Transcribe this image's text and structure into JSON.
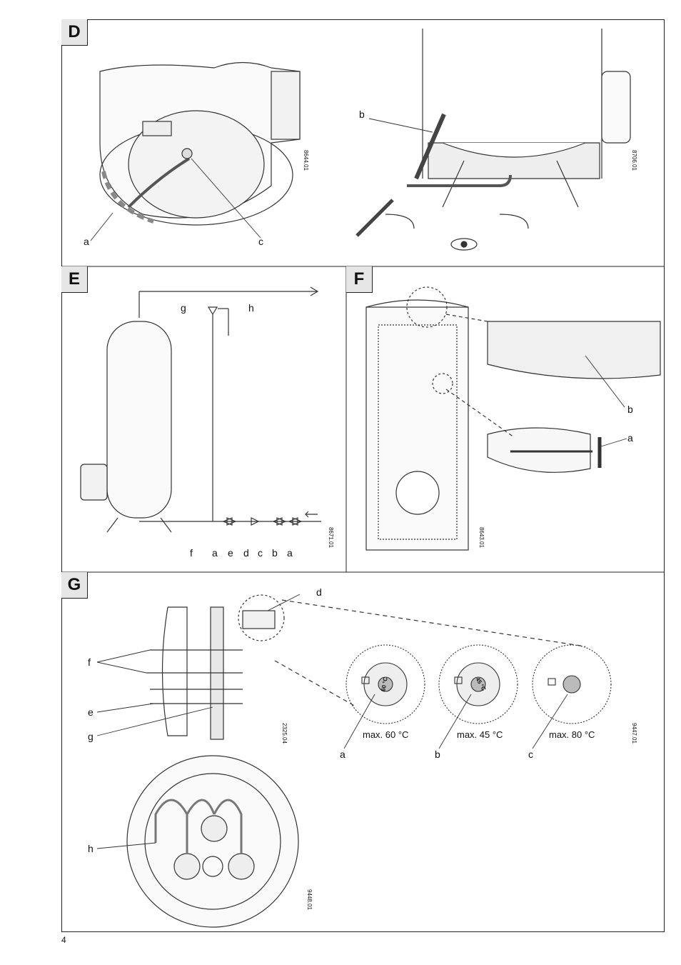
{
  "page_number": "4",
  "panels": {
    "D": {
      "label": "D",
      "left": {
        "labels": [
          "a",
          "c"
        ],
        "code": "8644.01"
      },
      "right": {
        "labels": [
          "b"
        ],
        "code": "8706.01"
      }
    },
    "E": {
      "label": "E",
      "labels": [
        "g",
        "h",
        "f",
        "a",
        "e",
        "d",
        "c",
        "b",
        "a"
      ],
      "code": "8671.01"
    },
    "F": {
      "label": "F",
      "labels": [
        "b",
        "a"
      ],
      "code": "8643.01"
    },
    "G": {
      "label": "G",
      "left_labels": [
        "d",
        "f",
        "e",
        "g",
        "h"
      ],
      "left_code": "2325.04",
      "dial_labels": [
        "a",
        "b",
        "c"
      ],
      "dial_texts": [
        "max. 60 °C",
        "max. 45 °C",
        "max. 80 °C"
      ],
      "dial_face_texts": [
        "60 °C",
        "45 °C",
        ""
      ],
      "dial_code": "9447.01",
      "bottom_code": "9448.01"
    }
  }
}
